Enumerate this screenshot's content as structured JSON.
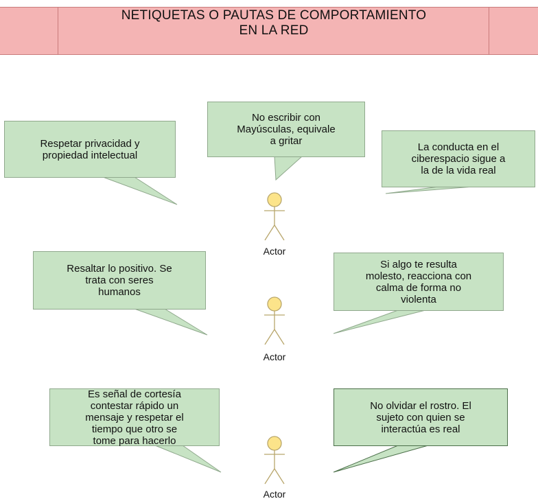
{
  "title": "NETIQUETAS O PAUTAS DE COMPORTAMIENTO\nEN LA RED",
  "colors": {
    "title_fill": "#f4b4b4",
    "title_border": "#c97b7b",
    "note_fill": "#c7e3c4",
    "note_border": "#8fa88c",
    "actor_fill": "#fce48a",
    "actor_stroke": "#b8a66c"
  },
  "actors": [
    {
      "label": "Actor"
    },
    {
      "label": "Actor"
    },
    {
      "label": "Actor"
    }
  ],
  "notes": [
    {
      "text": "Respetar privacidad y\npropiedad intelectual"
    },
    {
      "text": "No escribir con\nMayúsculas, equivale\na gritar"
    },
    {
      "text": "La conducta en el\nciberespacio sigue a\nla de la vida real"
    },
    {
      "text": "Resaltar lo positivo. Se\ntrata con seres\nhumanos"
    },
    {
      "text": "Si algo te resulta\nmolesto, reacciona con\ncalma de forma no\nviolenta"
    },
    {
      "text": "Es señal de cortesía\ncontestar rápido un\nmensaje y respetar el\ntiempo que otro se\ntome para hacerlo"
    },
    {
      "text": "No olvidar el rostro. El\nsujeto con quien se\ninteractúa es real"
    }
  ]
}
